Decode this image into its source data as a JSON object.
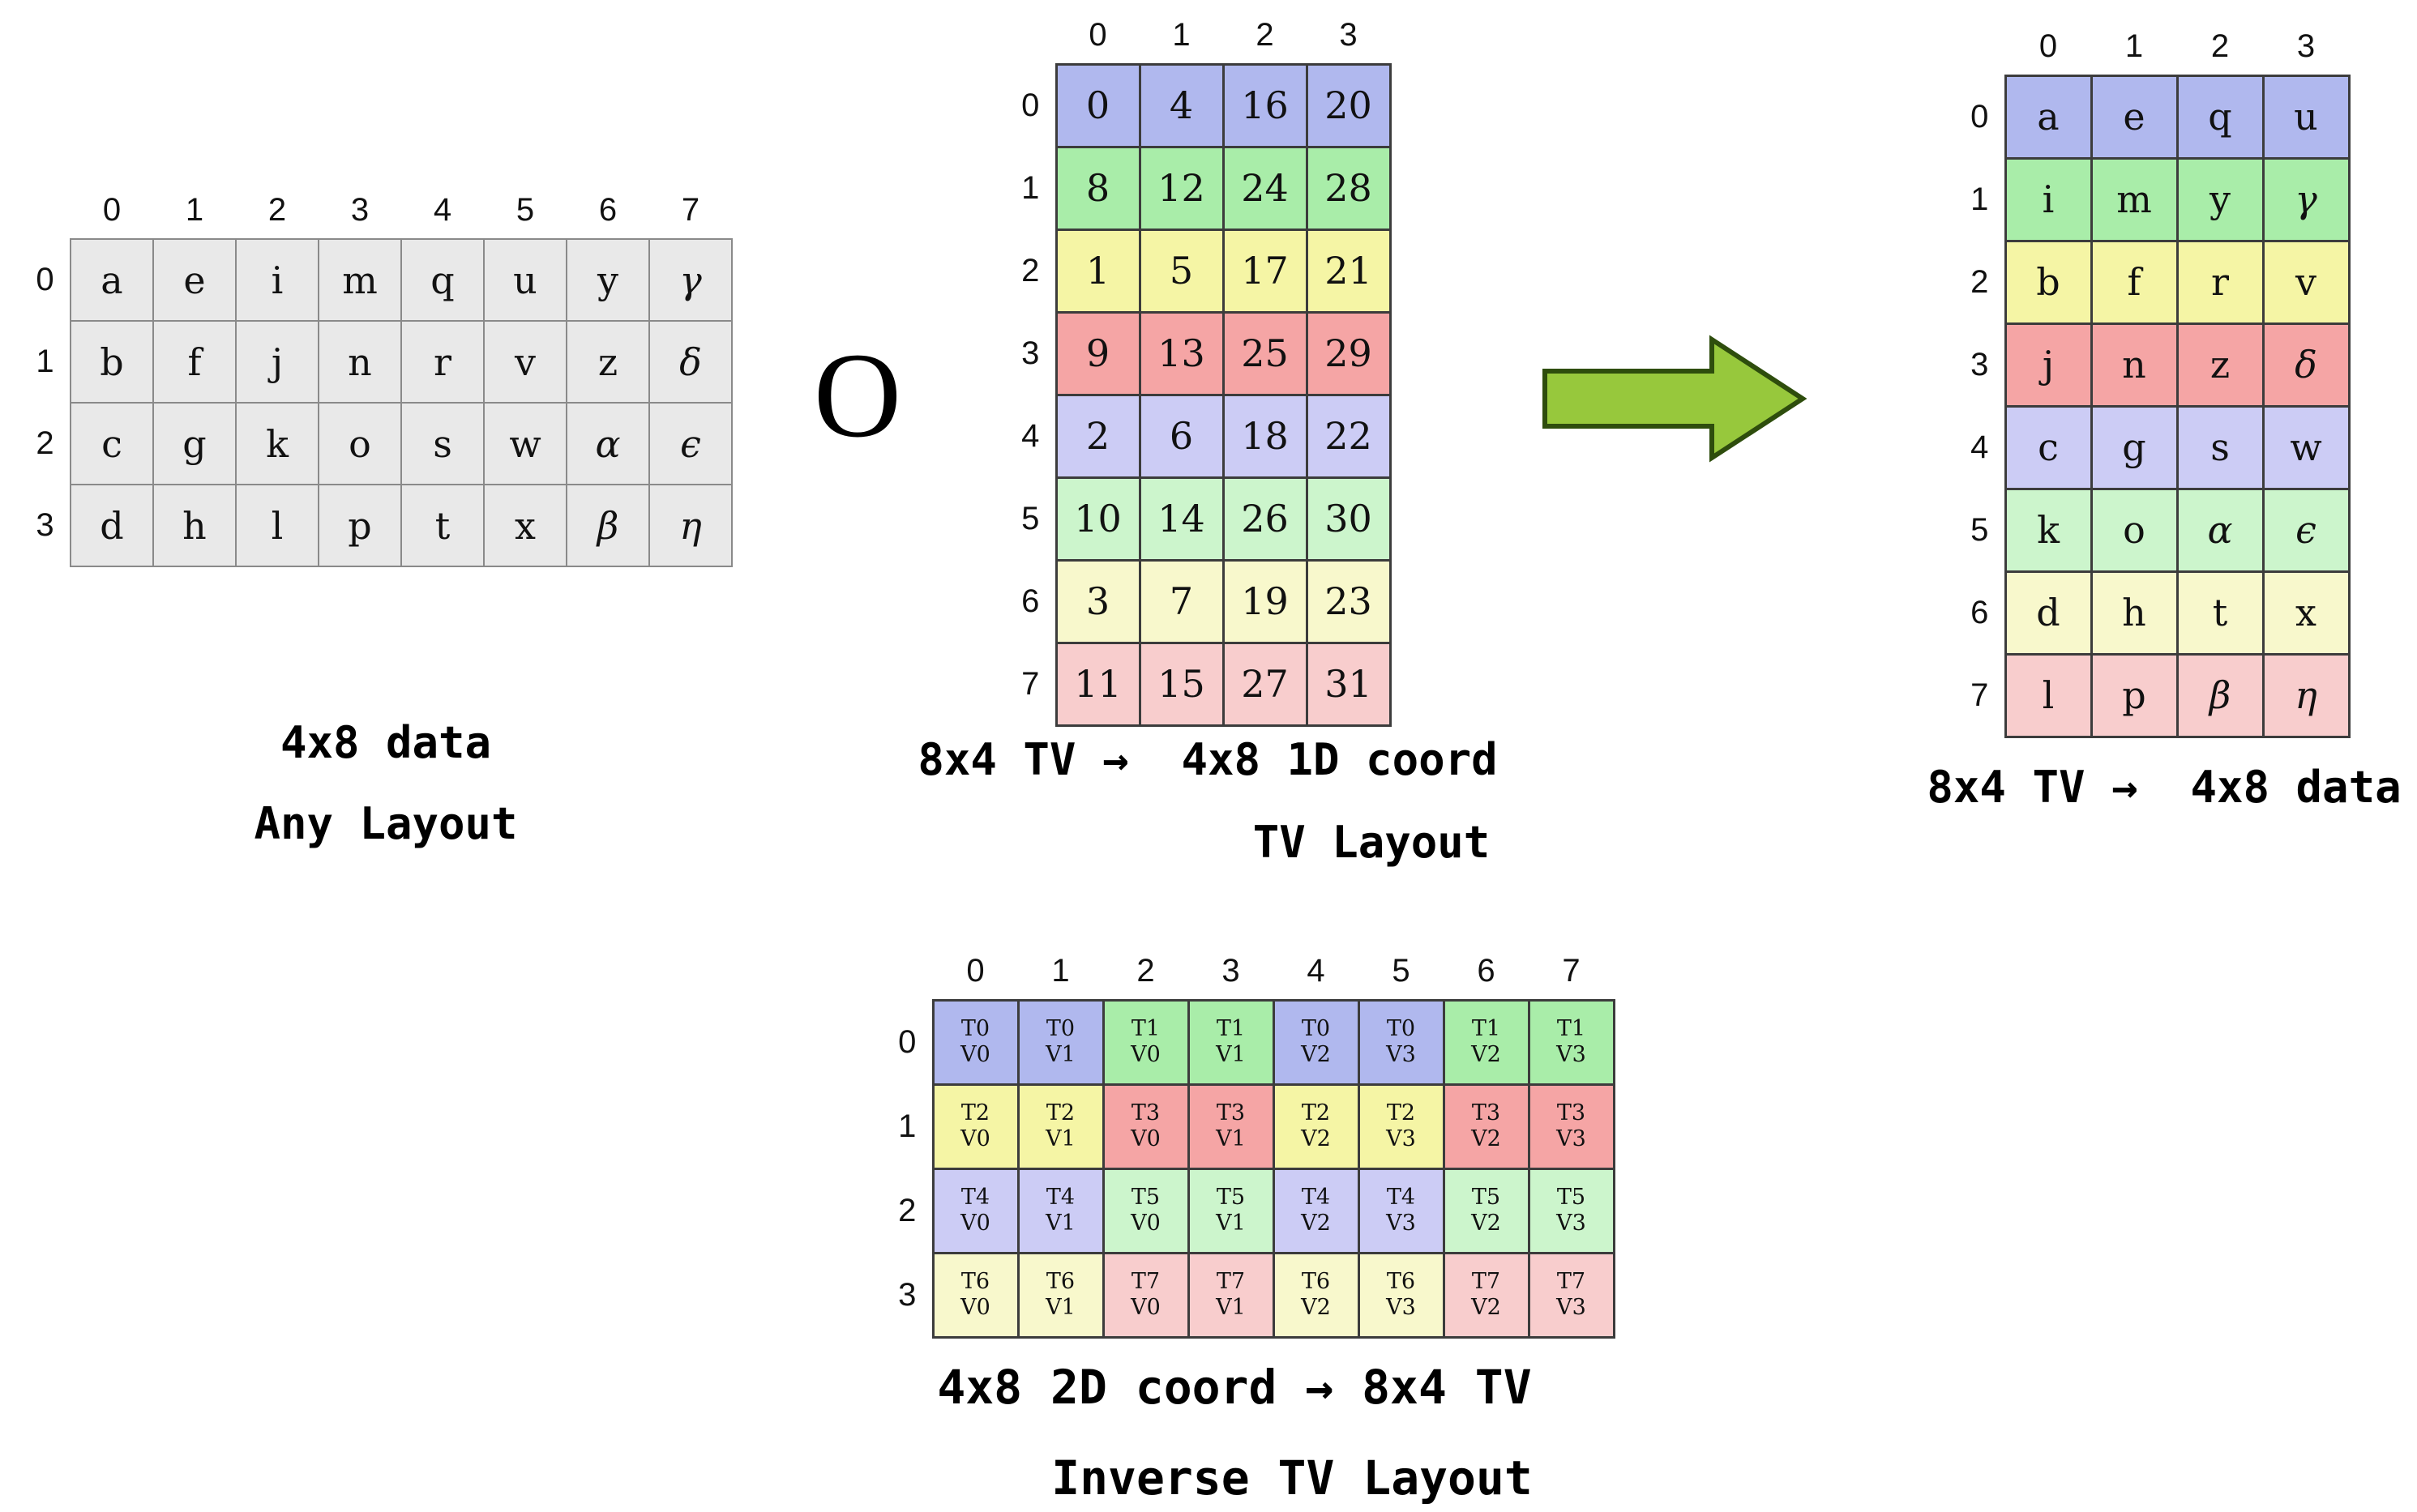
{
  "operator": {
    "symbol": "O"
  },
  "arrow": {
    "fill": "#97c83c",
    "stroke": "#2e4d0d"
  },
  "palette": {
    "gray": "#e9e9e9",
    "t0": "#b0b8ee",
    "t1": "#a9eda9",
    "t2": "#f5f5a5",
    "t3": "#f5a5a5",
    "t4": "#ccccf5",
    "t5": "#ccf5cc",
    "t6": "#f8f8cc",
    "t7": "#f8cdcd"
  },
  "tables": {
    "data": {
      "col_headers": [
        "0",
        "1",
        "2",
        "3",
        "4",
        "5",
        "6",
        "7"
      ],
      "row_headers": [
        "0",
        "1",
        "2",
        "3"
      ],
      "rows": [
        {
          "c": "gray",
          "cells": [
            "a",
            "e",
            "i",
            "m",
            "q",
            "u",
            "y",
            "γ"
          ]
        },
        {
          "c": "gray",
          "cells": [
            "b",
            "f",
            "j",
            "n",
            "r",
            "v",
            "z",
            "δ"
          ]
        },
        {
          "c": "gray",
          "cells": [
            "c",
            "g",
            "k",
            "o",
            "s",
            "w",
            "α",
            "ϵ"
          ]
        },
        {
          "c": "gray",
          "cells": [
            "d",
            "h",
            "l",
            "p",
            "t",
            "x",
            "β",
            "η"
          ]
        }
      ],
      "caption": [
        "4x8 data",
        "Any Layout"
      ]
    },
    "tv": {
      "col_headers": [
        "0",
        "1",
        "2",
        "3"
      ],
      "row_headers": [
        "0",
        "1",
        "2",
        "3",
        "4",
        "5",
        "6",
        "7"
      ],
      "rows": [
        {
          "c": "t0",
          "cells": [
            "0",
            "4",
            "16",
            "20"
          ]
        },
        {
          "c": "t1",
          "cells": [
            "8",
            "12",
            "24",
            "28"
          ]
        },
        {
          "c": "t2",
          "cells": [
            "1",
            "5",
            "17",
            "21"
          ]
        },
        {
          "c": "t3",
          "cells": [
            "9",
            "13",
            "25",
            "29"
          ]
        },
        {
          "c": "t4",
          "cells": [
            "2",
            "6",
            "18",
            "22"
          ]
        },
        {
          "c": "t5",
          "cells": [
            "10",
            "14",
            "26",
            "30"
          ]
        },
        {
          "c": "t6",
          "cells": [
            "3",
            "7",
            "19",
            "23"
          ]
        },
        {
          "c": "t7",
          "cells": [
            "11",
            "15",
            "27",
            "31"
          ]
        }
      ],
      "caption": [
        "8x4 TV →  4x8 1D coord",
        "TV Layout"
      ]
    },
    "result": {
      "col_headers": [
        "0",
        "1",
        "2",
        "3"
      ],
      "row_headers": [
        "0",
        "1",
        "2",
        "3",
        "4",
        "5",
        "6",
        "7"
      ],
      "rows": [
        {
          "c": "t0",
          "cells": [
            "a",
            "e",
            "q",
            "u"
          ]
        },
        {
          "c": "t1",
          "cells": [
            "i",
            "m",
            "y",
            "γ"
          ]
        },
        {
          "c": "t2",
          "cells": [
            "b",
            "f",
            "r",
            "v"
          ]
        },
        {
          "c": "t3",
          "cells": [
            "j",
            "n",
            "z",
            "δ"
          ]
        },
        {
          "c": "t4",
          "cells": [
            "c",
            "g",
            "s",
            "w"
          ]
        },
        {
          "c": "t5",
          "cells": [
            "k",
            "o",
            "α",
            "ϵ"
          ]
        },
        {
          "c": "t6",
          "cells": [
            "d",
            "h",
            "t",
            "x"
          ]
        },
        {
          "c": "t7",
          "cells": [
            "l",
            "p",
            "β",
            "η"
          ]
        }
      ],
      "caption": [
        "8x4 TV →  4x8 data"
      ]
    },
    "inverse": {
      "col_headers": [
        "0",
        "1",
        "2",
        "3",
        "4",
        "5",
        "6",
        "7"
      ],
      "row_headers": [
        "0",
        "1",
        "2",
        "3"
      ],
      "rows": [
        {
          "cells": [
            {
              "t": [
                "T0",
                "V0"
              ],
              "c": "t0"
            },
            {
              "t": [
                "T0",
                "V1"
              ],
              "c": "t0"
            },
            {
              "t": [
                "T1",
                "V0"
              ],
              "c": "t1"
            },
            {
              "t": [
                "T1",
                "V1"
              ],
              "c": "t1"
            },
            {
              "t": [
                "T0",
                "V2"
              ],
              "c": "t0"
            },
            {
              "t": [
                "T0",
                "V3"
              ],
              "c": "t0"
            },
            {
              "t": [
                "T1",
                "V2"
              ],
              "c": "t1"
            },
            {
              "t": [
                "T1",
                "V3"
              ],
              "c": "t1"
            }
          ]
        },
        {
          "cells": [
            {
              "t": [
                "T2",
                "V0"
              ],
              "c": "t2"
            },
            {
              "t": [
                "T2",
                "V1"
              ],
              "c": "t2"
            },
            {
              "t": [
                "T3",
                "V0"
              ],
              "c": "t3"
            },
            {
              "t": [
                "T3",
                "V1"
              ],
              "c": "t3"
            },
            {
              "t": [
                "T2",
                "V2"
              ],
              "c": "t2"
            },
            {
              "t": [
                "T2",
                "V3"
              ],
              "c": "t2"
            },
            {
              "t": [
                "T3",
                "V2"
              ],
              "c": "t3"
            },
            {
              "t": [
                "T3",
                "V3"
              ],
              "c": "t3"
            }
          ]
        },
        {
          "cells": [
            {
              "t": [
                "T4",
                "V0"
              ],
              "c": "t4"
            },
            {
              "t": [
                "T4",
                "V1"
              ],
              "c": "t4"
            },
            {
              "t": [
                "T5",
                "V0"
              ],
              "c": "t5"
            },
            {
              "t": [
                "T5",
                "V1"
              ],
              "c": "t5"
            },
            {
              "t": [
                "T4",
                "V2"
              ],
              "c": "t4"
            },
            {
              "t": [
                "T4",
                "V3"
              ],
              "c": "t4"
            },
            {
              "t": [
                "T5",
                "V2"
              ],
              "c": "t5"
            },
            {
              "t": [
                "T5",
                "V3"
              ],
              "c": "t5"
            }
          ]
        },
        {
          "cells": [
            {
              "t": [
                "T6",
                "V0"
              ],
              "c": "t6"
            },
            {
              "t": [
                "T6",
                "V1"
              ],
              "c": "t6"
            },
            {
              "t": [
                "T7",
                "V0"
              ],
              "c": "t7"
            },
            {
              "t": [
                "T7",
                "V1"
              ],
              "c": "t7"
            },
            {
              "t": [
                "T6",
                "V2"
              ],
              "c": "t6"
            },
            {
              "t": [
                "T6",
                "V3"
              ],
              "c": "t6"
            },
            {
              "t": [
                "T7",
                "V2"
              ],
              "c": "t7"
            },
            {
              "t": [
                "T7",
                "V3"
              ],
              "c": "t7"
            }
          ]
        }
      ],
      "caption": [
        "4x8 2D coord → 8x4 TV",
        "Inverse TV Layout"
      ]
    }
  }
}
